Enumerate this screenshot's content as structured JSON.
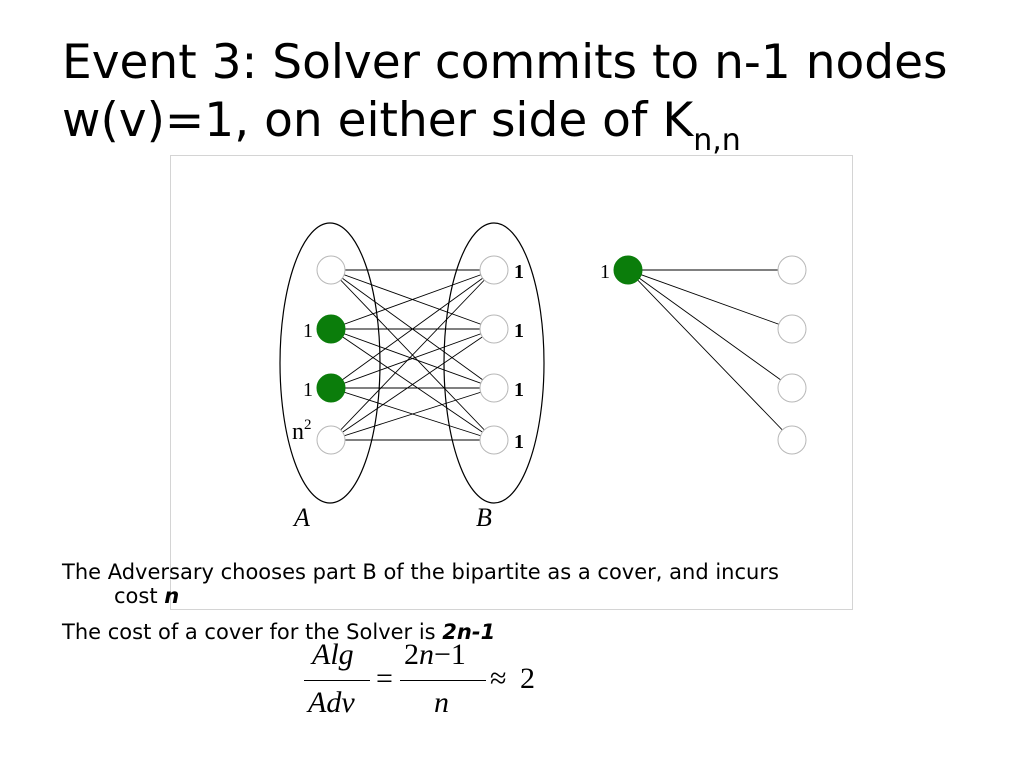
{
  "title": {
    "main": "Event 3: Solver commits to n-1 nodes w(v)=1, on either side of K",
    "subscript": "n,n"
  },
  "diagram": {
    "left_part_label": "A",
    "right_part_label": "B",
    "left_nodes": [
      {
        "weight_label": "",
        "selected": false
      },
      {
        "weight_label": "1",
        "selected": true
      },
      {
        "weight_label": "1",
        "selected": true
      },
      {
        "weight_label": "",
        "selected": false
      }
    ],
    "right_nodes": [
      {
        "weight_label": "1"
      },
      {
        "weight_label": "1"
      },
      {
        "weight_label": "1"
      },
      {
        "weight_label": "1"
      }
    ],
    "n_squared_base": "n",
    "n_squared_exp": "2",
    "star_center_label": "1",
    "star_leaves": 4,
    "colors": {
      "selected_fill": "#0b7d0b",
      "node_stroke": "#b8b8b8",
      "edge": "#000000",
      "frame": "#d4d4d4"
    }
  },
  "bullets": [
    {
      "text": "The Adversary chooses part B of the bipartite as a cover, and incurs",
      "continuation": "cost ",
      "emphasis": "n"
    },
    {
      "text": "The cost of a cover for the Solver is ",
      "emphasis": "2n-1"
    }
  ],
  "formula": {
    "num1": "Alg",
    "den1": "Adv",
    "equals": "=",
    "num2_prefix": "2",
    "num2_var": "n",
    "num2_suffix": "−1",
    "den2": "n",
    "approx": "≈",
    "result": "2"
  }
}
